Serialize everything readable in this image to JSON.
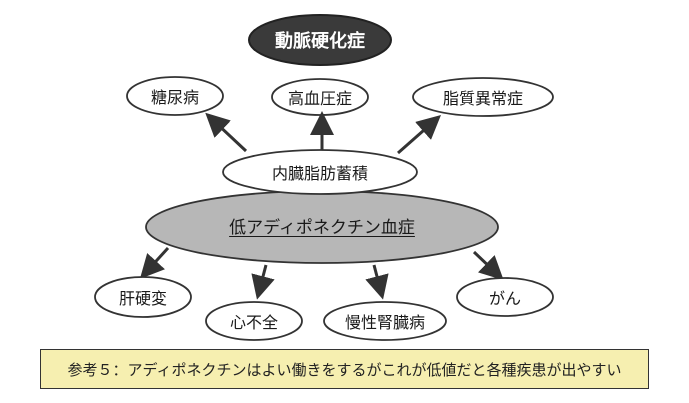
{
  "diagram": {
    "top_node": "動脈硬化症",
    "upper_nodes": [
      "糖尿病",
      "高血圧症",
      "脂質異常症"
    ],
    "center_node": "内臓脂肪蓄積",
    "main_node": "低アディポネクチン血症",
    "lower_nodes": [
      "肝硬変",
      "心不全",
      "慢性腎臓病",
      "がん"
    ]
  },
  "caption": "参考５：アディポネクチンはよい働きをするがこれが低値だと各種疾患が出やすい",
  "colors": {
    "dark_node": "#3a3a3a",
    "main_node": "#b7b7b7",
    "caption_bg": "#f6efb0",
    "node_fill": "#ffffff"
  }
}
